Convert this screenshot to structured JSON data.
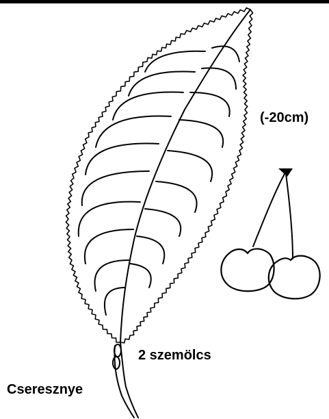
{
  "labels": {
    "leaf_size": "(-20cm)",
    "glands": "2 szemölcs",
    "species": "Cseresznye"
  },
  "colors": {
    "background": "#ffffff",
    "ink": "#000000"
  }
}
